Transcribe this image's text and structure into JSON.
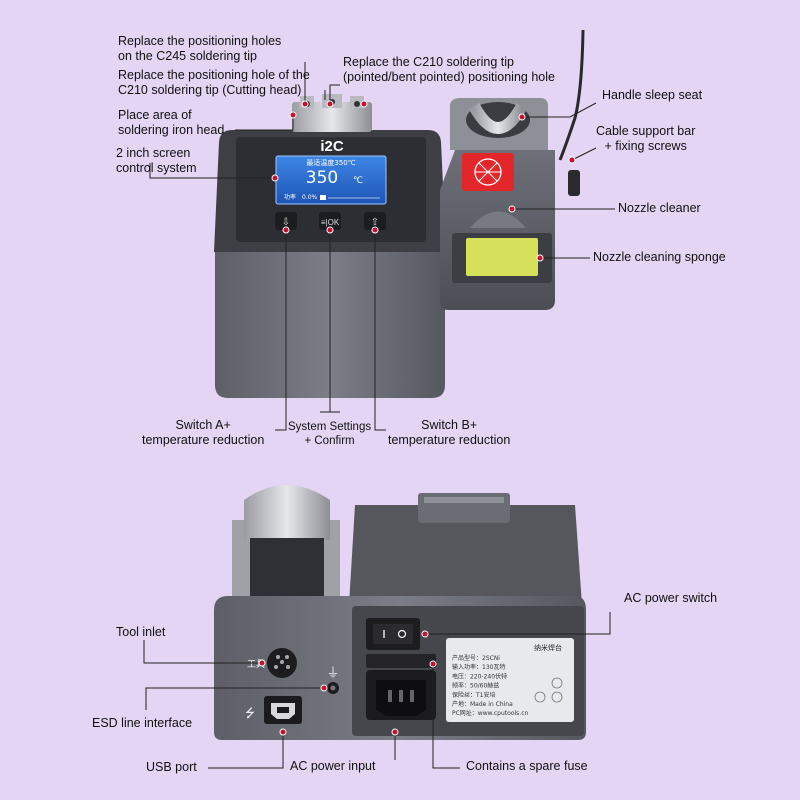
{
  "callouts": {
    "c245_holes": "Replace the positioning holes\non the C245 soldering tip",
    "c210_cutting": "Replace the positioning hole of the\nC210 soldering tip (Cutting head)",
    "c210_pointed": "Replace the C210 soldering tip\n(pointed/bent pointed) positioning hole",
    "head_area": "Place area of\nsoldering iron head",
    "screen": "2 inch screen\ncontrol system",
    "handle_seat": "Handle sleep seat",
    "cable_bar": "Cable support bar\n+ fixing screws",
    "nozzle_cleaner": "Nozzle cleaner",
    "sponge": "Nozzle cleaning sponge",
    "switch_a": "Switch A+\ntemperature reduction",
    "system_settings": "System Settings\n+ Confirm",
    "switch_b": "Switch B+\ntemperature reduction",
    "ac_switch": "AC power switch",
    "tool_inlet": "Tool inlet",
    "esd": "ESD line interface",
    "usb": "USB port",
    "ac_input": "AC power input",
    "fuse": "Contains a spare fuse"
  },
  "device": {
    "logo": "i2C",
    "lcd": {
      "header": "最适温度350℃",
      "temp": "350",
      "unit": "℃",
      "power_label": "功率",
      "power_value": "0.0%"
    },
    "tool_port_label": "工具",
    "label_plate": {
      "title": "纳米焊台",
      "rows": [
        "产品型号：2SCNi",
        "输入功率：130瓦特",
        "电压：220-240伏特",
        "频率：50/60赫兹",
        "保险丝：T1安培",
        "产地：Made in China",
        "PC网址：www.cputools.cn"
      ]
    }
  },
  "colors": {
    "background": "#e3d5f3",
    "body_dark": "#4a4c52",
    "body_light": "#7a7d85",
    "lcd_blue": "#2f6fd6",
    "red_cleaner": "#e2262a",
    "sponge": "#d6e05a",
    "callout_dot": "#c8102e"
  }
}
